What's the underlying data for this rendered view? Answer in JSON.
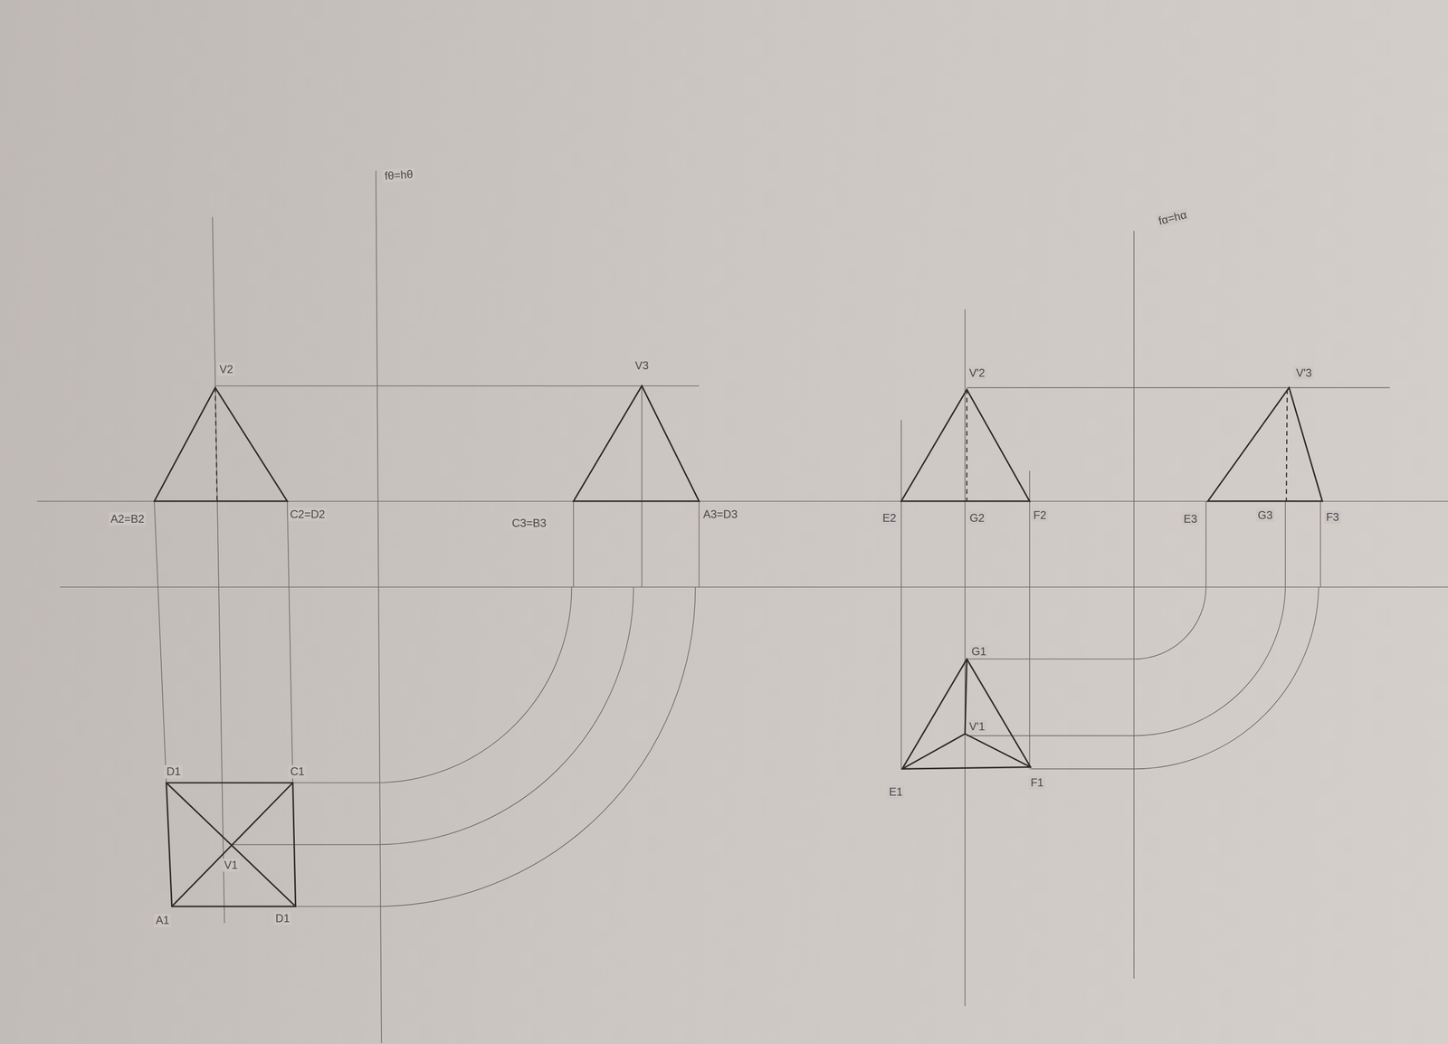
{
  "diagram": {
    "labels": [
      "fθ=hθ",
      "V2",
      "V3",
      "A2=B2",
      "C2=D2",
      "C3=B3",
      "A3=D3",
      "D1",
      "C1",
      "V1",
      "A1",
      "D1",
      "fα=hα",
      "V'2",
      "V'3",
      "E2",
      "G2",
      "F2",
      "E3",
      "G3",
      "F3",
      "G1",
      "V'1",
      "E1",
      "F1"
    ]
  }
}
